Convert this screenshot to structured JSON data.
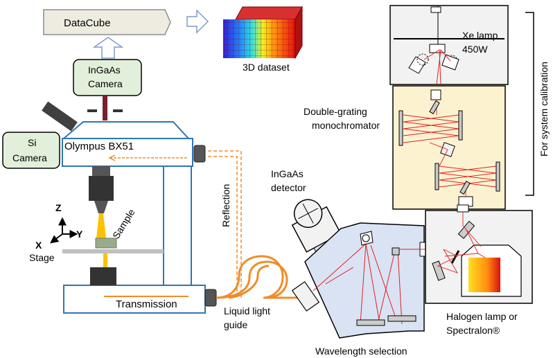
{
  "labels": {
    "datacube": "DataCube",
    "dataset": "3D dataset",
    "ingaas_camera_1": "InGaAs",
    "ingaas_camera_2": "Camera",
    "si_camera_1": "Si",
    "si_camera_2": "Camera",
    "microscope": "Olympus BX51",
    "axis_z": "Z",
    "axis_y": "Y",
    "axis_x": "X",
    "stage": "Stage",
    "sample": "Sample",
    "reflection": "Reflection",
    "transmission": "Transmission",
    "light_guide_1": "Liquid light",
    "light_guide_2": "guide",
    "detector_1": "InGaAs",
    "detector_2": "detector",
    "wavelength_selection": "Wavelength selection",
    "xe_lamp_1": "Xe lamp",
    "xe_lamp_2": "450W",
    "monochromator_1": "Double-grating",
    "monochromator_2": "monochromator",
    "calibration": "For system calibration",
    "halogen_1": "Halogen lamp or",
    "halogen_2": "Spectralon®"
  },
  "colors": {
    "microscope_outline": "#2e75b6",
    "camera_fill": "#e2efda",
    "datacube_fill": "#eeece1",
    "monochromator_fill": "#fdf2d0",
    "spectrometer_fill": "#dae3f3",
    "fiber": "#f08c28",
    "beam": "#e02020",
    "sample_beam": "#ffc000",
    "housing": "#f2f2f2"
  }
}
